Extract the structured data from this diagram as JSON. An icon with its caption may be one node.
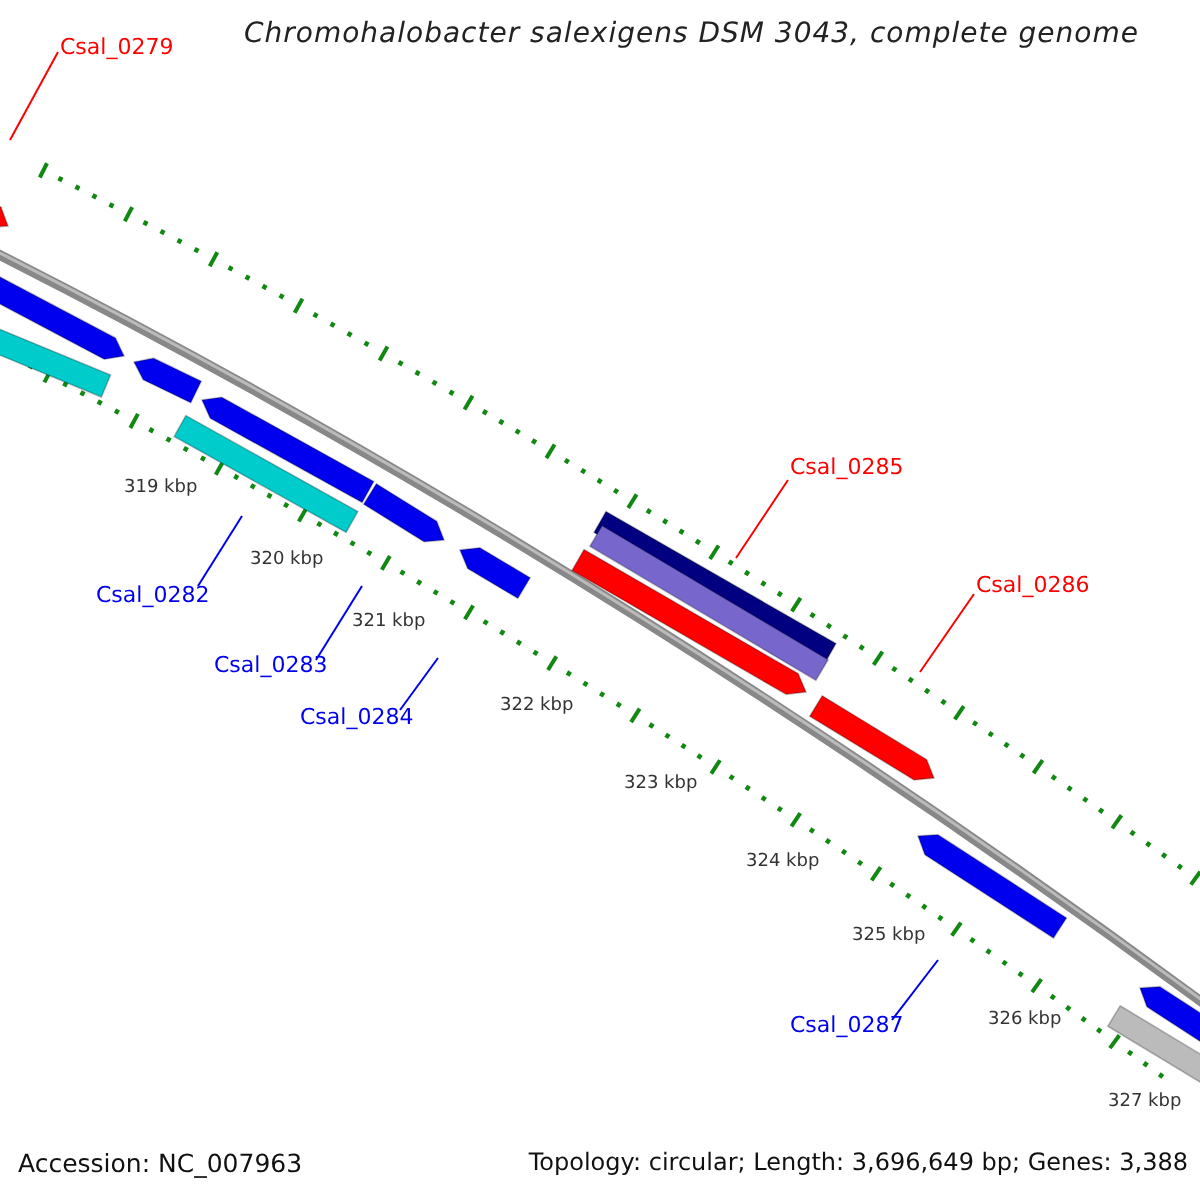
{
  "diagram": {
    "title": "Chromohalobacter salexigens DSM 3043, complete genome",
    "nodes": [
      {
        "text": [
          "Csal_0279"
        ]
      },
      {
        "text": [
          "Csal_0282"
        ]
      },
      {
        "text": [
          "Csal_0283"
        ]
      },
      {
        "text": [
          "Csal_0284"
        ]
      },
      {
        "text": [
          "Csal_0285"
        ]
      },
      {
        "text": [
          "Csal_0286"
        ]
      },
      {
        "text": [
          "Csal_0287"
        ]
      }
    ],
    "edges": [
      {
        "from": 0,
        "to": null,
        "arrow": "none",
        "color": "#ff0000"
      },
      {
        "from": 1,
        "to": null,
        "arrow": "none"
      },
      {
        "from": 2,
        "to": null,
        "arrow": "none"
      },
      {
        "from": 3,
        "to": null,
        "arrow": "none"
      },
      {
        "from": 4,
        "to": null,
        "arrow": "none",
        "color": "#ff0000"
      },
      {
        "from": 5,
        "to": null,
        "arrow": "none",
        "color": "#ff0000"
      },
      {
        "from": 6,
        "to": null,
        "arrow": "none"
      }
    ],
    "labels": [
      "319 kbp",
      "320 kbp",
      "321 kbp",
      "322 kbp",
      "323 kbp",
      "324 kbp",
      "325 kbp",
      "326 kbp",
      "327 kbp",
      "Accession: NC_007963",
      "Topology: circular; Length: 3,696,649 bp; Genes: 3,388"
    ]
  }
}
